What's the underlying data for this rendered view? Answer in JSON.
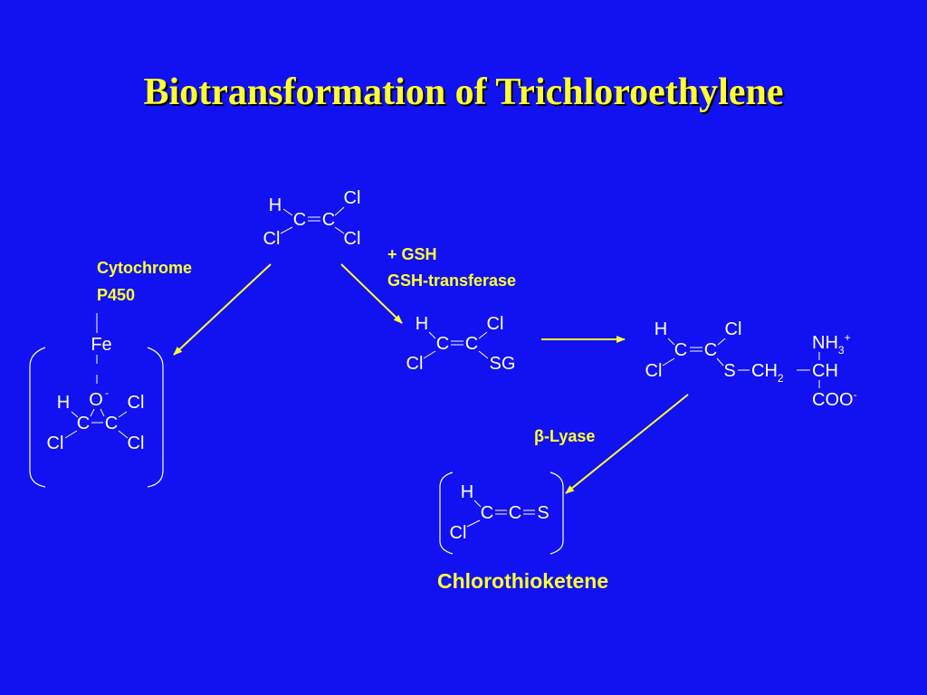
{
  "slide": {
    "title": "Biotransformation of Trichloroethylene",
    "colors": {
      "background": "#1111f2",
      "accent": "#ffff33",
      "atoms": "#ffffff"
    }
  },
  "labels": {
    "cyp_line1": "Cytochrome",
    "cyp_line2": "P450",
    "gsh_line1": "+ GSH",
    "gsh_line2": "GSH-transferase",
    "lyase": "-Lyase",
    "lyase_symbol": "β",
    "product_name": "Chlorothioketene"
  },
  "atoms": {
    "H": "H",
    "Cl": "Cl",
    "C": "C",
    "S": "S",
    "SG": "SG",
    "Fe": "Fe",
    "O": "O",
    "minus": "-",
    "plus": "+",
    "NH": "NH",
    "three": "3",
    "CH": "CH",
    "two": "2",
    "COO": "COO"
  }
}
